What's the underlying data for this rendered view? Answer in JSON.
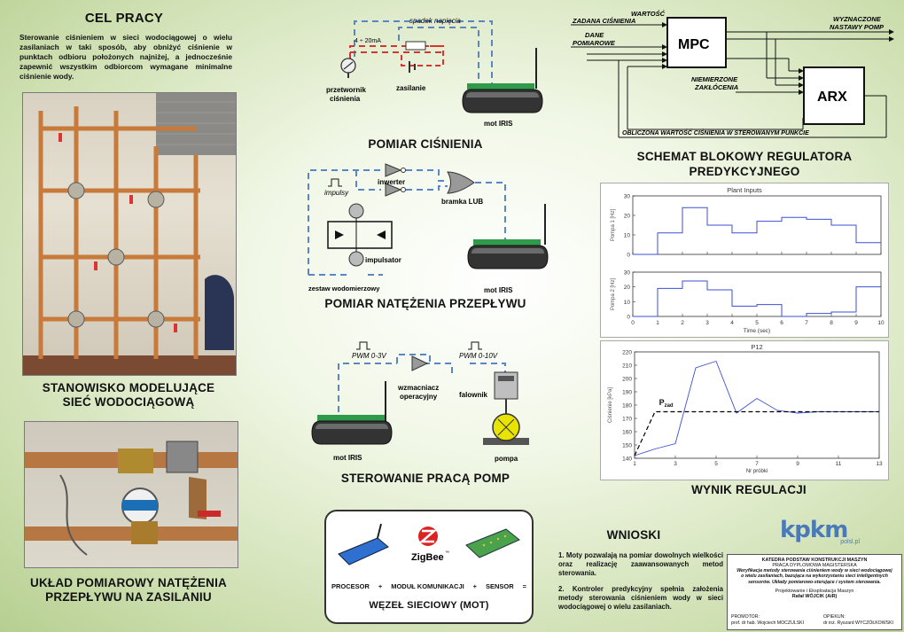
{
  "left": {
    "goal_title": "CEL PRACY",
    "goal_text": "Sterowanie ciśnieniem w sieci wodociągowej o wielu zasilaniach w taki sposób, aby obniżyć ciśnienie w punktach odbioru położonych najniżej, a jednocześnie zapewnić wszystkim odbiorcom wymagane minimalne ciśnienie wody.",
    "photo1_caption": [
      "STANOWISKO MODELUJĄCE",
      "SIEĆ WODOCIĄGOWĄ"
    ],
    "photo2_caption": [
      "UKŁAD POMIAROWY NATĘŻENIA",
      "PRZEPŁYWU NA ZASILANIU"
    ]
  },
  "middle": {
    "pressure": {
      "title": "POMIAR CIŚNIENIA",
      "voltage_drop": "spadek napięcia",
      "current_range": "4 ÷ 20mA",
      "transducer": [
        "przetwornik",
        "ciśnienia"
      ],
      "supply": "zasilanie",
      "mote": "mot IRIS"
    },
    "flow": {
      "title": "POMIAR NATĘŻENIA PRZEPŁYWU",
      "pulses": "impulsy",
      "inverter": "inwerter",
      "or_gate": "bramka LUB",
      "pulser": "impulsator",
      "meter_set": "zestaw wodomierzowy",
      "mote": "mot IRIS"
    },
    "pumps": {
      "title": "STEROWANIE PRACĄ POMP",
      "pwm1": "PWM 0-3V",
      "pwm2": "PWM 0-10V",
      "amplifier": [
        "wzmacniacz",
        "operacyjny"
      ],
      "inverter_drive": "falownik",
      "mote": "mot IRIS",
      "pump": "pompa"
    },
    "node": {
      "zigbee": "ZigBee",
      "tm": "™",
      "formula": [
        "PROCESOR",
        "+",
        "MODUŁ KOMUNIKACJI",
        "+",
        "SENSOR",
        "="
      ],
      "title": "WĘZEŁ SIECIOWY (MOT)"
    }
  },
  "right": {
    "block": {
      "title": [
        "SCHEMAT BLOKOWY REGULATORA",
        "PREDYKCYJNEGO"
      ],
      "setpoint": [
        "WARTOŚĆ",
        "ZADANA CIŚNIENIA"
      ],
      "measured": [
        "DANE",
        "POMIAROWE"
      ],
      "mpc": "MPC",
      "arx": "ARX",
      "outputs": [
        "WYZNACZONE",
        "NASTAWY POMP"
      ],
      "disturbances": [
        "NIEMIERZONE",
        "ZAKŁÓCENIA"
      ],
      "computed": "OBLICZONA WARTOŚĆ CIŚNIENIA W STEROWANYM PUNKCIE"
    },
    "result_title": "WYNIK REGULACJI",
    "conclusions_title": "WNIOSKI",
    "conclusions": [
      "1. Moty pozwalają na pomiar dowolnych wielkości oraz realizację zaawansowanych metod sterowania.",
      "2. Kontroler predykcyjny spełnia założenia metody sterowania ciśnieniem wody w sieci wodociągowej o wielu zasilaniach."
    ],
    "info": {
      "dept": "KATEDRA PODSTAW KONSTRUKCJI MASZYN",
      "kind": "PRACA DYPLOMOWA MAGISTERSKA",
      "topic": [
        "Weryfikacja metody sterowania ciśnieniem wody w sieci wodociągowej",
        "o wielu zasilaniach, bazująca na wykorzystaniu sieci inteligentnych",
        "sensorów. Układy pomiarowo-sterujące i system sterowania."
      ],
      "field": "Projektowanie i Eksploatacja Maszyn",
      "author": "Rafał WÓJCIK (AiR)",
      "promoter_label": "PROMOTOR:",
      "promoter": "prof. dr hab. Wojciech MOCZULSKI",
      "reviewer_label": "OPIEKUN:",
      "reviewer": "dr inż. Ryszard WYCZÓŁKOWSKI"
    },
    "logo": {
      "main": "kpkm",
      "sub": "polsl.pl"
    }
  },
  "chart_data": [
    {
      "type": "line",
      "title": "Plant Inputs",
      "subplots": [
        {
          "ylabel": "Pompa 1 [Hz]",
          "ylim": [
            0,
            30
          ],
          "yticks": [
            0,
            10,
            20,
            30
          ],
          "step": true,
          "x": [
            0,
            1,
            2,
            3,
            4,
            5,
            6,
            7,
            8,
            9,
            10
          ],
          "values": [
            0,
            11,
            24,
            15,
            11,
            17,
            19,
            18,
            15,
            6,
            6
          ]
        },
        {
          "ylabel": "Pompa 2 [Hz]",
          "ylim": [
            0,
            30
          ],
          "yticks": [
            0,
            10,
            20,
            30
          ],
          "step": true,
          "x": [
            0,
            1,
            2,
            3,
            4,
            5,
            6,
            7,
            8,
            9,
            10
          ],
          "values": [
            0,
            19,
            24,
            18,
            7,
            8,
            0,
            2,
            3,
            20,
            20
          ]
        }
      ],
      "xlabel": "Time (sec)",
      "xlim": [
        0,
        10
      ],
      "xticks": [
        0,
        1,
        2,
        3,
        4,
        5,
        6,
        7,
        8,
        9,
        10
      ]
    },
    {
      "type": "line",
      "title": "P12",
      "xlabel": "Nr próbki",
      "ylabel": "Ciśnienie [kPa]",
      "xlim": [
        1,
        13
      ],
      "ylim": [
        140,
        220
      ],
      "xticks": [
        1,
        3,
        5,
        7,
        9,
        11,
        13
      ],
      "yticks": [
        140,
        150,
        160,
        170,
        180,
        190,
        200,
        210,
        220
      ],
      "annotation": "P",
      "annotation_sub": "zad",
      "series": [
        {
          "name": "",
          "color": "#3c4fd8",
          "style": "solid",
          "x": [
            1,
            2,
            3,
            4,
            5,
            6,
            7,
            8,
            9,
            10,
            11,
            12,
            13
          ],
          "values": [
            142,
            147,
            151,
            208,
            213,
            174,
            185,
            176,
            174,
            175,
            175,
            175,
            175
          ]
        },
        {
          "name": "",
          "color": "#000000",
          "style": "dashed",
          "x": [
            1,
            2,
            3,
            4,
            5,
            6,
            7,
            8,
            9,
            10,
            11,
            12,
            13
          ],
          "values": [
            142,
            175,
            175,
            175,
            175,
            175,
            175,
            175,
            175,
            175,
            175,
            175,
            175
          ]
        }
      ]
    }
  ]
}
